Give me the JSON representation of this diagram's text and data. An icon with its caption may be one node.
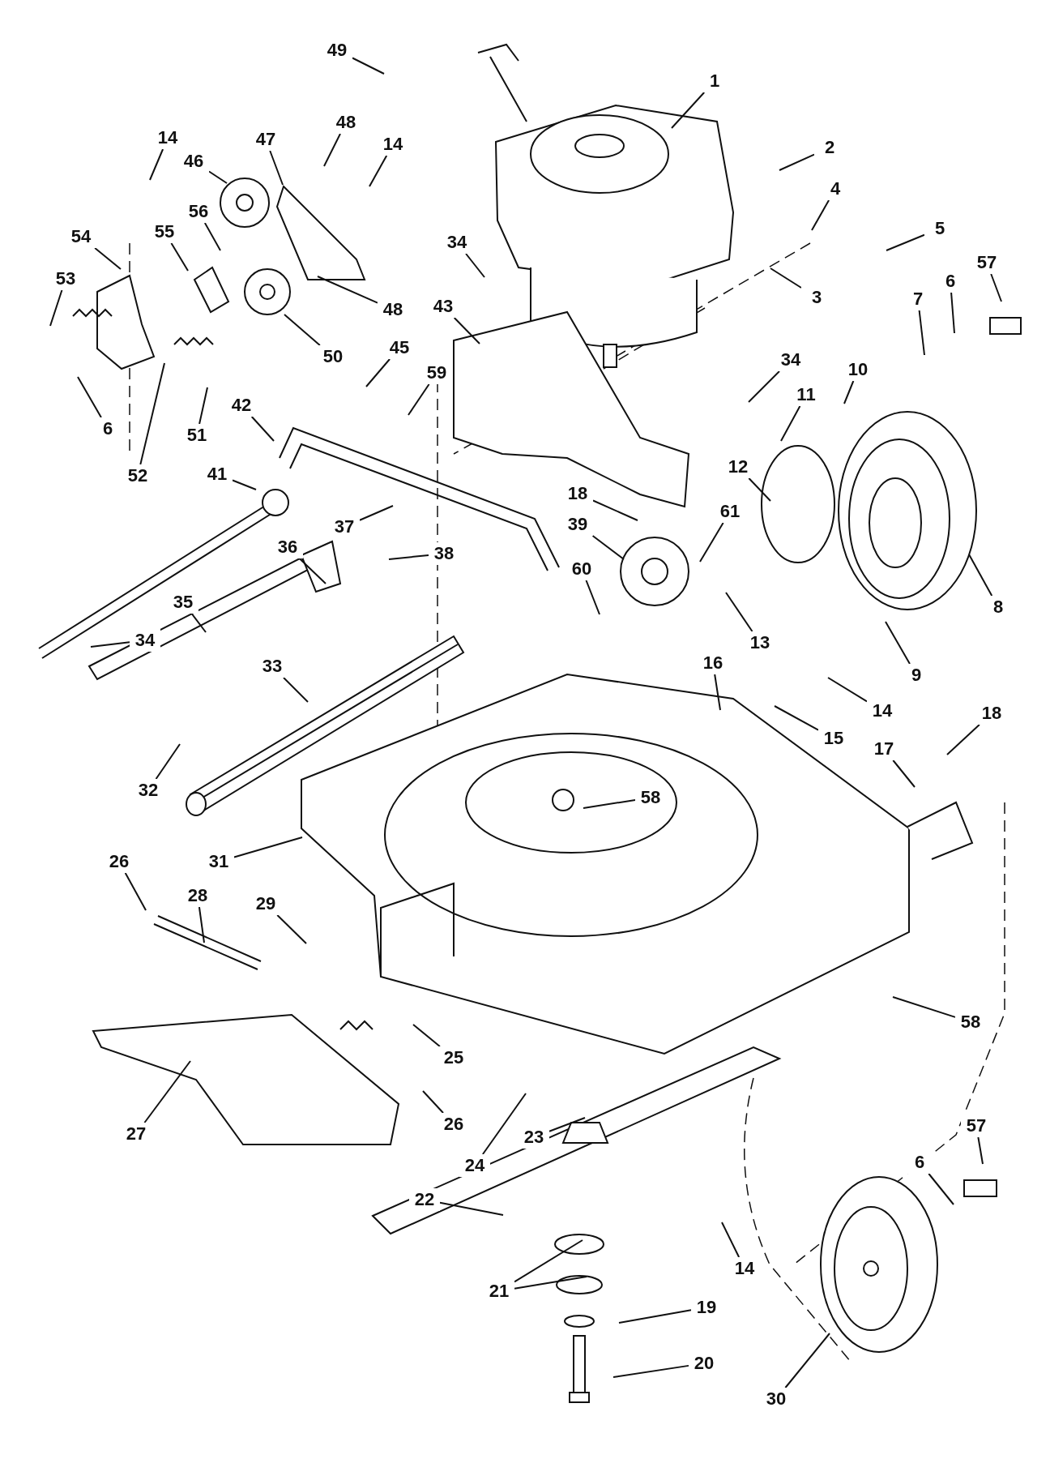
{
  "diagram": {
    "nodes": [
      {
        "text": [
          "49"
        ]
      },
      {
        "text": [
          "1"
        ]
      },
      {
        "text": [
          "14"
        ]
      },
      {
        "text": [
          "48"
        ]
      },
      {
        "text": [
          "47"
        ]
      },
      {
        "text": [
          "14"
        ]
      },
      {
        "text": [
          "2"
        ]
      },
      {
        "text": [
          "46"
        ]
      },
      {
        "text": [
          "4"
        ]
      },
      {
        "text": [
          "56"
        ]
      },
      {
        "text": [
          "5"
        ]
      },
      {
        "text": [
          "55"
        ]
      },
      {
        "text": [
          "54"
        ]
      },
      {
        "text": [
          "34"
        ]
      },
      {
        "text": [
          "57"
        ]
      },
      {
        "text": [
          "53"
        ]
      },
      {
        "text": [
          "6"
        ]
      },
      {
        "text": [
          "3"
        ]
      },
      {
        "text": [
          "7"
        ]
      },
      {
        "text": [
          "43"
        ]
      },
      {
        "text": [
          "48"
        ]
      },
      {
        "text": [
          "45"
        ]
      },
      {
        "text": [
          "50"
        ]
      },
      {
        "text": [
          "34"
        ]
      },
      {
        "text": [
          "10"
        ]
      },
      {
        "text": [
          "59"
        ]
      },
      {
        "text": [
          "11"
        ]
      },
      {
        "text": [
          "42"
        ]
      },
      {
        "text": [
          "6"
        ]
      },
      {
        "text": [
          "51"
        ]
      },
      {
        "text": [
          "12"
        ]
      },
      {
        "text": [
          "41"
        ]
      },
      {
        "text": [
          "52"
        ]
      },
      {
        "text": [
          "18"
        ]
      },
      {
        "text": [
          "61"
        ]
      },
      {
        "text": [
          "39"
        ]
      },
      {
        "text": [
          "37"
        ]
      },
      {
        "text": [
          "36"
        ]
      },
      {
        "text": [
          "38"
        ]
      },
      {
        "text": [
          "60"
        ]
      },
      {
        "text": [
          "35"
        ]
      },
      {
        "text": [
          "8"
        ]
      },
      {
        "text": [
          "34"
        ]
      },
      {
        "text": [
          "13"
        ]
      },
      {
        "text": [
          "16"
        ]
      },
      {
        "text": [
          "33"
        ]
      },
      {
        "text": [
          "9"
        ]
      },
      {
        "text": [
          "14"
        ]
      },
      {
        "text": [
          "18"
        ]
      },
      {
        "text": [
          "15"
        ]
      },
      {
        "text": [
          "17"
        ]
      },
      {
        "text": [
          "32"
        ]
      },
      {
        "text": [
          "58"
        ]
      },
      {
        "text": [
          "31"
        ]
      },
      {
        "text": [
          "26"
        ]
      },
      {
        "text": [
          "28"
        ]
      },
      {
        "text": [
          "29"
        ]
      },
      {
        "text": [
          "58"
        ]
      },
      {
        "text": [
          "25"
        ]
      },
      {
        "text": [
          "26"
        ]
      },
      {
        "text": [
          "57"
        ]
      },
      {
        "text": [
          "27"
        ]
      },
      {
        "text": [
          "23"
        ]
      },
      {
        "text": [
          "6"
        ]
      },
      {
        "text": [
          "24"
        ]
      },
      {
        "text": [
          "22"
        ]
      },
      {
        "text": [
          "14"
        ]
      },
      {
        "text": [
          "21"
        ]
      },
      {
        "text": [
          "19"
        ]
      },
      {
        "text": [
          "20"
        ]
      },
      {
        "text": [
          "30"
        ]
      }
    ],
    "edges": [
      {
        "from": 0,
        "to": null,
        "arrow": "none"
      },
      {
        "from": 1,
        "to": null,
        "arrow": "none"
      },
      {
        "from": 2,
        "to": null,
        "arrow": "none"
      },
      {
        "from": 3,
        "to": null,
        "arrow": "none"
      },
      {
        "from": 4,
        "to": null,
        "arrow": "none"
      },
      {
        "from": 5,
        "to": null,
        "arrow": "none"
      },
      {
        "from": 6,
        "to": null,
        "arrow": "none"
      },
      {
        "from": 7,
        "to": null,
        "arrow": "none"
      },
      {
        "from": 8,
        "to": null,
        "arrow": "none"
      },
      {
        "from": 9,
        "to": null,
        "arrow": "none"
      },
      {
        "from": 10,
        "to": null,
        "arrow": "none"
      },
      {
        "from": 11,
        "to": null,
        "arrow": "none"
      },
      {
        "from": 12,
        "to": null,
        "arrow": "none"
      },
      {
        "from": 13,
        "to": null,
        "arrow": "none"
      },
      {
        "from": 14,
        "to": null,
        "arrow": "none"
      },
      {
        "from": 15,
        "to": null,
        "arrow": "none"
      },
      {
        "from": 16,
        "to": null,
        "arrow": "none"
      },
      {
        "from": 17,
        "to": null,
        "arrow": "none"
      },
      {
        "from": 18,
        "to": null,
        "arrow": "none"
      },
      {
        "from": 19,
        "to": null,
        "arrow": "none"
      },
      {
        "from": 20,
        "to": null,
        "arrow": "none"
      },
      {
        "from": 21,
        "to": null,
        "arrow": "none"
      },
      {
        "from": 22,
        "to": null,
        "arrow": "none"
      },
      {
        "from": 23,
        "to": null,
        "arrow": "none"
      },
      {
        "from": 24,
        "to": null,
        "arrow": "none"
      },
      {
        "from": 25,
        "to": null,
        "arrow": "none"
      },
      {
        "from": 26,
        "to": null,
        "arrow": "none"
      },
      {
        "from": 27,
        "to": null,
        "arrow": "none"
      },
      {
        "from": 28,
        "to": null,
        "arrow": "none"
      },
      {
        "from": 29,
        "to": null,
        "arrow": "none"
      },
      {
        "from": 30,
        "to": null,
        "arrow": "none"
      },
      {
        "from": 31,
        "to": null,
        "arrow": "none"
      },
      {
        "from": 32,
        "to": null,
        "arrow": "none"
      },
      {
        "from": 33,
        "to": null,
        "arrow": "none"
      },
      {
        "from": 34,
        "to": null,
        "arrow": "none"
      },
      {
        "from": 35,
        "to": null,
        "arrow": "none"
      },
      {
        "from": 36,
        "to": null,
        "arrow": "none"
      },
      {
        "from": 37,
        "to": null,
        "arrow": "none"
      },
      {
        "from": 38,
        "to": null,
        "arrow": "none"
      },
      {
        "from": 39,
        "to": null,
        "arrow": "none"
      },
      {
        "from": 40,
        "to": null,
        "arrow": "none"
      },
      {
        "from": 41,
        "to": null,
        "arrow": "none"
      },
      {
        "from": 42,
        "to": null,
        "arrow": "none"
      },
      {
        "from": 43,
        "to": null,
        "arrow": "none"
      },
      {
        "from": 44,
        "to": null,
        "arrow": "none"
      },
      {
        "from": 45,
        "to": null,
        "arrow": "none"
      },
      {
        "from": 46,
        "to": null,
        "arrow": "none"
      },
      {
        "from": 47,
        "to": null,
        "arrow": "none"
      },
      {
        "from": 48,
        "to": null,
        "arrow": "none"
      },
      {
        "from": 49,
        "to": null,
        "arrow": "none"
      },
      {
        "from": 50,
        "to": null,
        "arrow": "none"
      },
      {
        "from": 51,
        "to": null,
        "arrow": "none"
      },
      {
        "from": 52,
        "to": null,
        "arrow": "none"
      },
      {
        "from": 53,
        "to": null,
        "arrow": "none"
      },
      {
        "from": 54,
        "to": null,
        "arrow": "none"
      },
      {
        "from": 55,
        "to": null,
        "arrow": "none"
      },
      {
        "from": 56,
        "to": null,
        "arrow": "none"
      },
      {
        "from": 57,
        "to": null,
        "arrow": "none"
      },
      {
        "from": 58,
        "to": null,
        "arrow": "none"
      },
      {
        "from": 59,
        "to": null,
        "arrow": "none"
      },
      {
        "from": 60,
        "to": null,
        "arrow": "none"
      },
      {
        "from": 61,
        "to": null,
        "arrow": "none"
      },
      {
        "from": 62,
        "to": null,
        "arrow": "none"
      },
      {
        "from": 63,
        "to": null,
        "arrow": "none"
      },
      {
        "from": 64,
        "to": null,
        "arrow": "none"
      },
      {
        "from": 65,
        "to": null,
        "arrow": "none"
      },
      {
        "from": 66,
        "to": null,
        "arrow": "none"
      },
      {
        "from": 67,
        "to": null,
        "arrow": "none"
      },
      {
        "from": 68,
        "to": null,
        "arrow": "none"
      },
      {
        "from": 69,
        "to": null,
        "arrow": "none"
      },
      {
        "from": 70,
        "to": null,
        "arrow": "none"
      },
      {
        "from": 67,
        "to": null,
        "arrow": "none"
      }
    ]
  }
}
